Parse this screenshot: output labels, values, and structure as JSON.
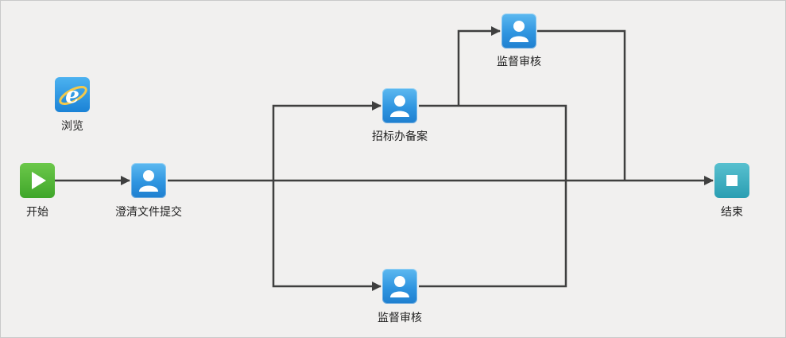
{
  "diagram": {
    "nodes": {
      "browse": {
        "label": "浏览",
        "icon": "browser-icon"
      },
      "start": {
        "label": "开始",
        "icon": "play-icon"
      },
      "clarify": {
        "label": "澄清文件提交",
        "icon": "user-icon"
      },
      "record": {
        "label": "招标办备案",
        "icon": "user-icon"
      },
      "supervise_top": {
        "label": "监督审核",
        "icon": "user-icon"
      },
      "supervise_bottom": {
        "label": "监督审核",
        "icon": "user-icon"
      },
      "end": {
        "label": "结束",
        "icon": "stop-icon"
      }
    },
    "colors": {
      "background": "#f1f0ef",
      "edge": "#3f3f3f",
      "user_node": "#2f95e0",
      "start_node": "#3fa62a",
      "end_node": "#2a9eb2"
    }
  }
}
